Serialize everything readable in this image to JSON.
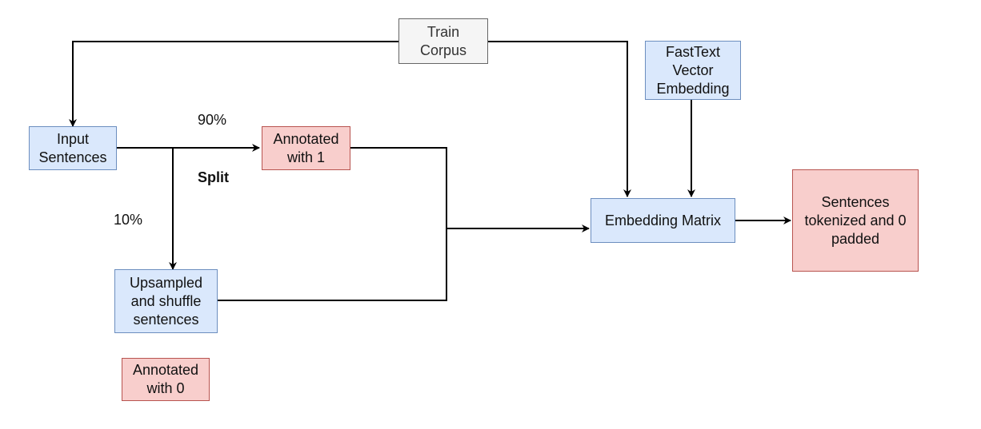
{
  "nodes": {
    "train_corpus": [
      "Train",
      "Corpus"
    ],
    "fasttext": [
      "FastText",
      "Vector",
      "Embedding"
    ],
    "input_sentences": [
      "Input",
      "Sentences"
    ],
    "annotated_1": [
      "Annotated",
      "with 1"
    ],
    "upsampled": [
      "Upsampled",
      "and shuffle",
      "sentences"
    ],
    "annotated_0": [
      "Annotated",
      "with 0"
    ],
    "embedding_matrix": [
      "Embedding Matrix"
    ],
    "output": [
      "Sentences",
      "tokenized and 0",
      "padded"
    ]
  },
  "labels": {
    "pct_90": "90%",
    "pct_10": "10%",
    "split": "Split"
  },
  "colors": {
    "blue_fill": "#dae8fc",
    "blue_stroke": "#6c8ebf",
    "red_fill": "#f8cecc",
    "red_stroke": "#b85450",
    "gray_fill": "#f5f5f5",
    "gray_stroke": "#666666",
    "edge": "#000000"
  }
}
